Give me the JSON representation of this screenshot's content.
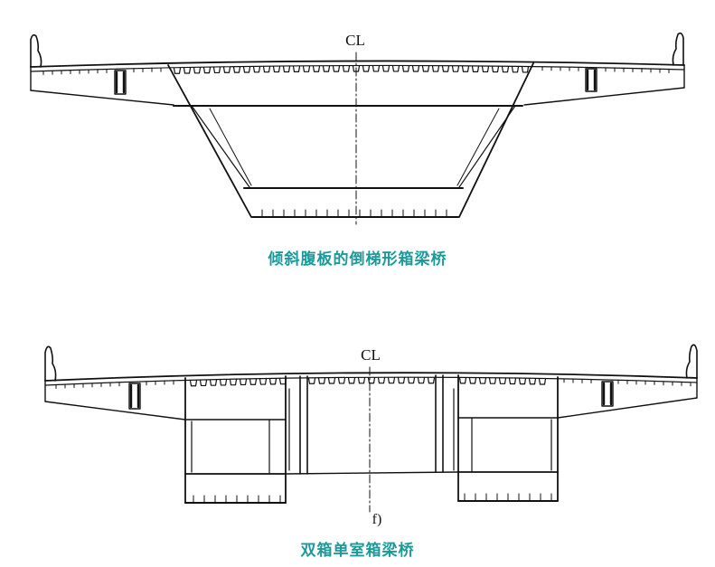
{
  "colors": {
    "caption": "#1a9a9a",
    "line": "#111111",
    "background": "#ffffff"
  },
  "figure_top": {
    "centerline_label": "CL",
    "caption": "倾斜腹板的倒梯形箱梁桥"
  },
  "figure_bottom": {
    "centerline_label": "CL",
    "figure_label": "f)",
    "caption": "双箱单室箱梁桥"
  }
}
